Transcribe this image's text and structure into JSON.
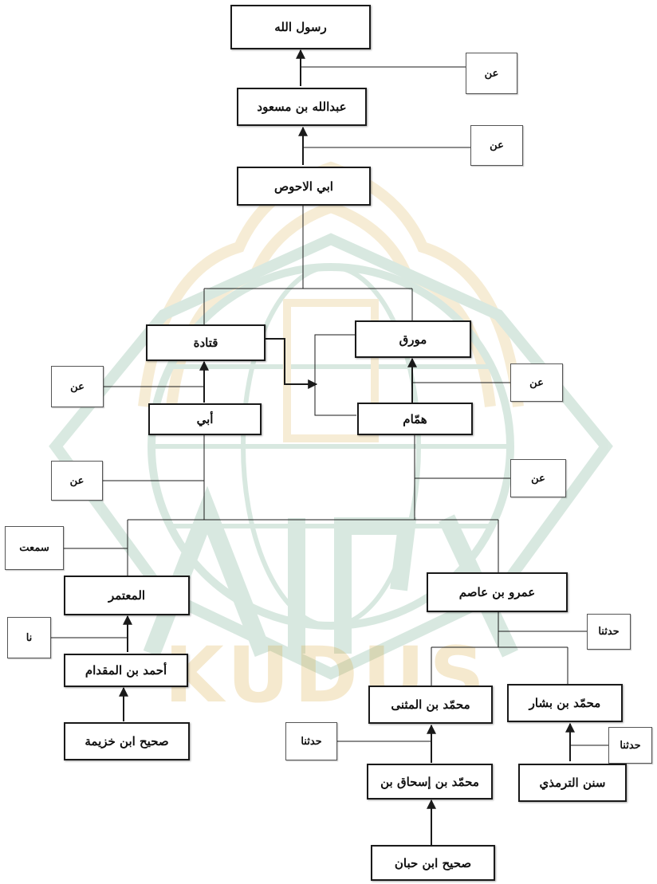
{
  "colors": {
    "line": "#1a1a1a",
    "watermark_green": "#3f8f69",
    "watermark_gold": "#d6a531"
  },
  "watermark_icon": "university-emblem-watermark",
  "watermark_text": "KUDUS",
  "nodes": {
    "rasul": "رسول الله",
    "ibn_masud": "عبدالله بن مسعود",
    "abi_ahwas": "ابي الاحوص",
    "qatadah": "قتادة",
    "muwarriq": "مورق",
    "abi": "أبي",
    "hammam": "همّام",
    "mutamir": "المعتمر",
    "amr": "عمرو بن عاصم",
    "ahmad": "أحمد بن المقدام",
    "sahih_khuzaymah": "صحيح ابن خزيمة",
    "ibn_muthanna": "محمّد بن المثنى",
    "ibn_bashshar": "محمّد بن بشار",
    "ibn_ishaq": "محمّد بن إسحاق بن",
    "sunan_tirmidhi": "سنن الترمذي",
    "sahih_hibban": "صحيح ابن حبان"
  },
  "labels": {
    "an_1": "عن",
    "an_2": "عن",
    "an_3": "عن",
    "an_4": "عن",
    "an_5": "عن",
    "an_6": "عن",
    "samitu": "سمعت",
    "na": "نا",
    "haddathana_1": "حدثنا",
    "haddathana_2": "حدثنا",
    "haddathana_3": "حدثنا"
  }
}
